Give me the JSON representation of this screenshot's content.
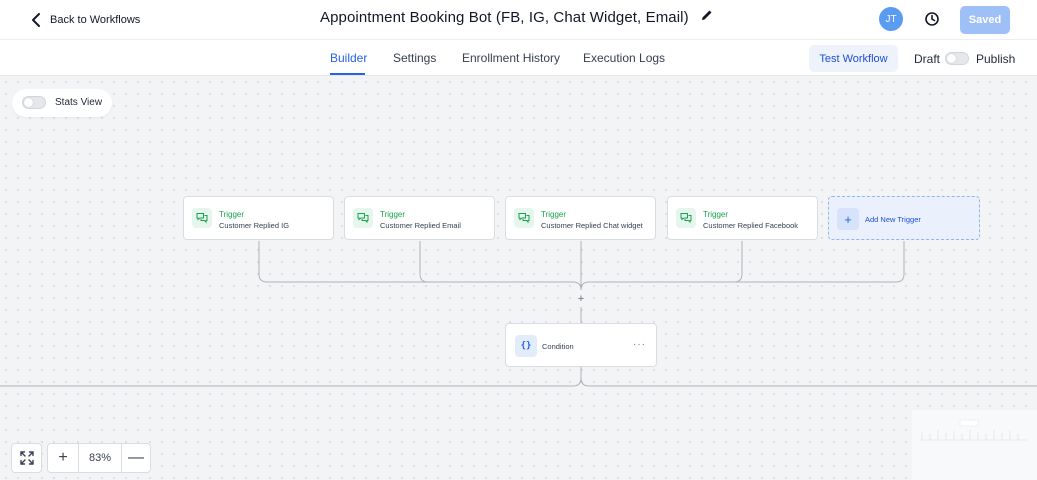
{
  "header": {
    "back_label": "Back to Workflows",
    "title": "Appointment Booking Bot (FB, IG, Chat Widget, Email)",
    "avatar_initials": "JT",
    "saved_label": "Saved"
  },
  "tabs": [
    {
      "label": "Builder",
      "active": true
    },
    {
      "label": "Settings",
      "active": false
    },
    {
      "label": "Enrollment History",
      "active": false
    },
    {
      "label": "Execution Logs",
      "active": false
    }
  ],
  "actions": {
    "test_label": "Test Workflow",
    "draft_label": "Draft",
    "publish_label": "Publish"
  },
  "canvas": {
    "stats_label": "Stats View",
    "triggers": [
      {
        "kind": "Trigger",
        "desc": "Customer Replied IG"
      },
      {
        "kind": "Trigger",
        "desc": "Customer Replied Email"
      },
      {
        "kind": "Trigger",
        "desc": "Customer Replied Chat widget"
      },
      {
        "kind": "Trigger",
        "desc": "Customer Replied Facebook"
      }
    ],
    "add_trigger_label": "Add New Trigger",
    "add_step_symbol": "+",
    "condition_label": "Condition",
    "condition_icon_text": "{}",
    "condition_more": "···"
  },
  "zoom": {
    "level": "83%",
    "in_symbol": "+",
    "out_symbol": "—"
  },
  "colors": {
    "accent": "#2563eb",
    "trigger_green": "#16a34a",
    "saved_button": "#9fbff7",
    "avatar": "#5b9cf3"
  }
}
